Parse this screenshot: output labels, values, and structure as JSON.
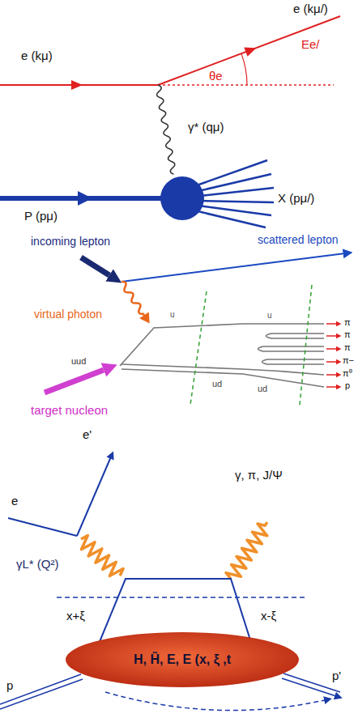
{
  "diagram": {
    "nodes": [
      {
        "text": [
          "H, H̃, E, E (x, ξ ,t"
        ]
      }
    ],
    "labels": [
      "e (kμ)",
      "e (kμ/)",
      "θe",
      "Ee/",
      "γ* (qμ)",
      "P (pμ)",
      "X (pμ/)",
      "incoming lepton",
      "scattered lepton",
      "virtual photon",
      "uud",
      "target nucleon",
      "u",
      "u",
      "ud",
      "ud",
      "π",
      "π",
      "π",
      "π−",
      "π⁰",
      "p",
      "e'",
      "e",
      "γ, π, J/Ψ",
      "γL* (Q²)",
      "x+ξ",
      "x-ξ",
      "p",
      "p'"
    ]
  }
}
